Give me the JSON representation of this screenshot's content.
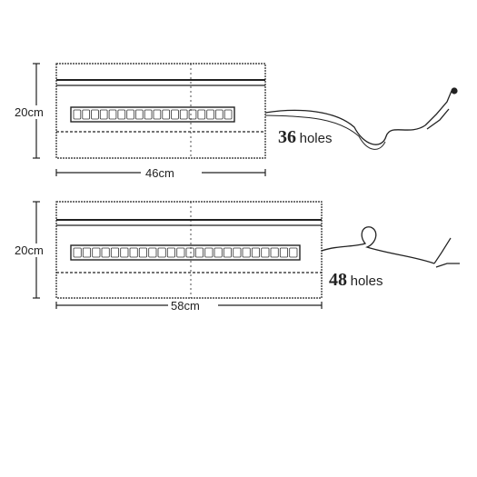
{
  "diagram": {
    "panels": [
      {
        "height_label": "20cm",
        "width_label": "46cm",
        "holes_count": "36",
        "holes_word": "holes"
      },
      {
        "height_label": "20cm",
        "width_label": "58cm",
        "holes_count": "48",
        "holes_word": "holes"
      }
    ],
    "colors": {
      "line": "#222222",
      "bg": "#ffffff"
    }
  }
}
